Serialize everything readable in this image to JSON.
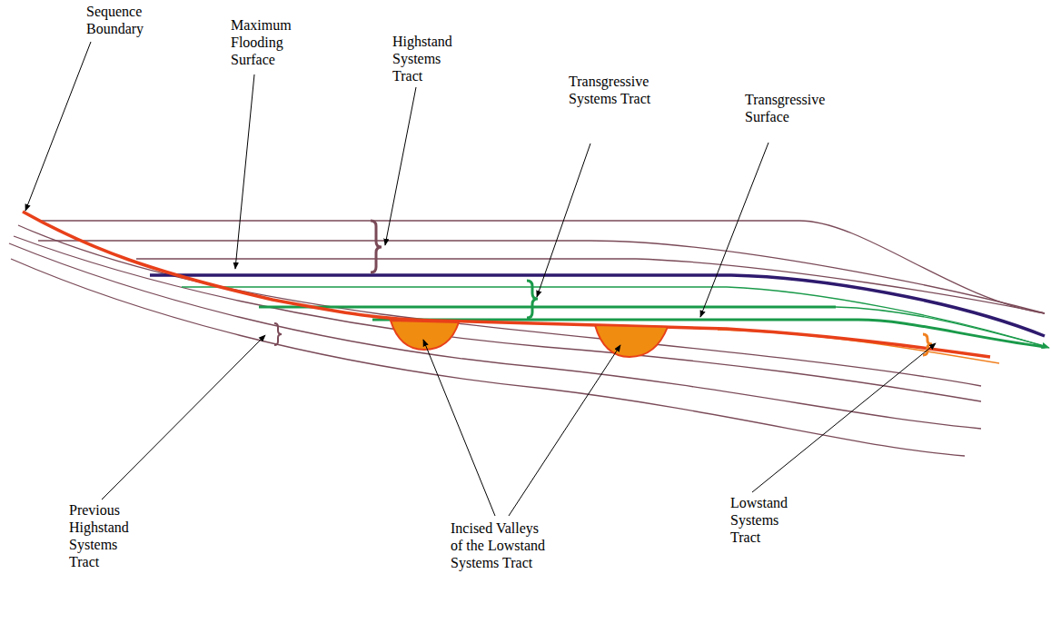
{
  "diagram": {
    "labels": [
      "Sequence Boundary",
      "Maximum Flooding Surface",
      "Highstand Systems Tract",
      "Transgressive Systems Tract",
      "Transgressive Surface",
      "Previous Highstand Systems Tract",
      "Incised Valleys of the Lowstand Systems Tract",
      "Lowstand Systems Tract"
    ]
  }
}
